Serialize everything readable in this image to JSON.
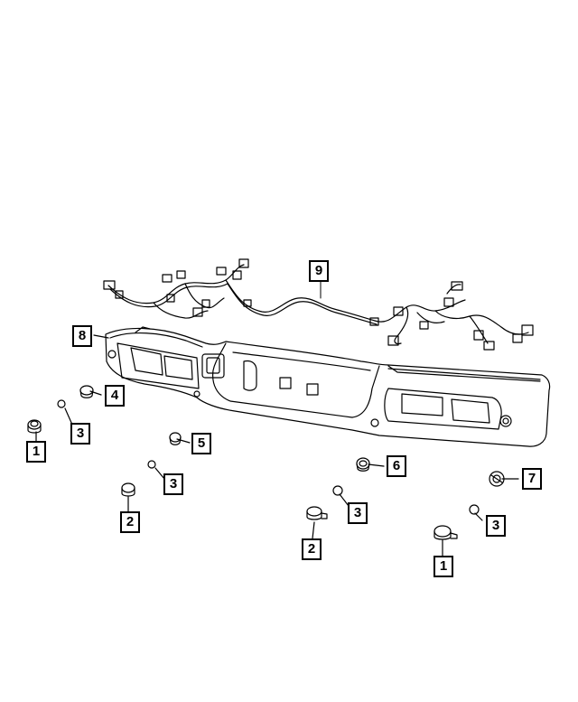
{
  "callouts": {
    "c1_left": "1",
    "c1_right": "1",
    "c2_left": "2",
    "c2_right": "2",
    "c3_a": "3",
    "c3_b": "3",
    "c3_c": "3",
    "c3_d": "3",
    "c4": "4",
    "c5": "5",
    "c6": "6",
    "c7": "7",
    "c8": "8",
    "c9": "9"
  }
}
